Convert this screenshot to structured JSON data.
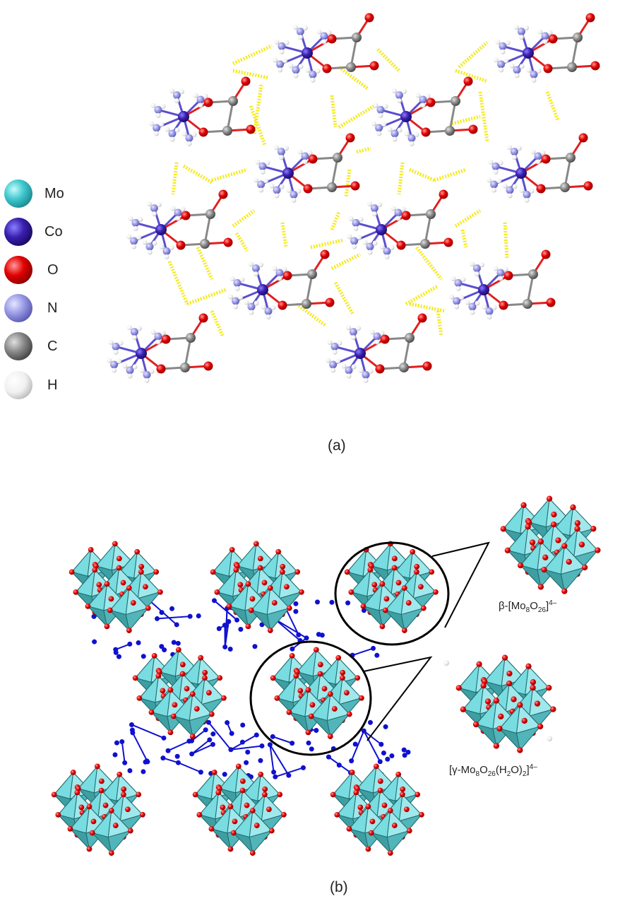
{
  "legend": {
    "items": [
      {
        "element": "Mo",
        "color": "#3fc9cf"
      },
      {
        "element": "Co",
        "color": "#3a1fb0"
      },
      {
        "element": "O",
        "color": "#e30000"
      },
      {
        "element": "N",
        "color": "#9a9ae8"
      },
      {
        "element": "C",
        "color": "#8a8a8a"
      },
      {
        "element": "H",
        "color": "#f2f2f2"
      }
    ]
  },
  "panels": {
    "a": {
      "caption": "(a)"
    },
    "b": {
      "caption": "(b)",
      "beta_label": {
        "prefix": "β-[Mo",
        "sub1": "8",
        "mid": "O",
        "sub2": "26",
        "suffix": "]",
        "sup": "4–"
      },
      "gamma_label": {
        "prefix": "[γ-Mo",
        "sub1": "8",
        "mid": "O",
        "sub2": "26",
        "mid2": "(H",
        "sub3": "2",
        "mid3": "O)",
        "sub4": "2",
        "suffix": "]",
        "sup": "4–"
      }
    }
  },
  "colors": {
    "hbond": "#f4ea1a",
    "bond_co_n": "#5a4fd0",
    "bond_o": "#e02020",
    "network": "#1010d0",
    "octa_light": "#78dce0",
    "octa_dark": "#3a9a9e"
  }
}
